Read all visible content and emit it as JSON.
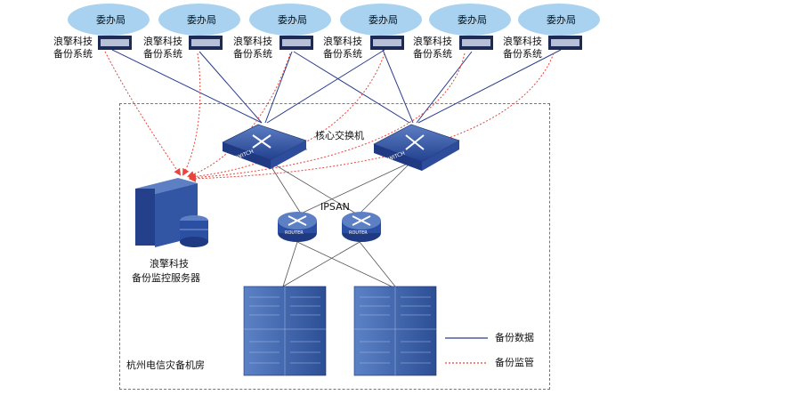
{
  "bureaus": [
    {
      "label": "委办局",
      "system_line1": "浪擎科技",
      "system_line2": "备份系统"
    },
    {
      "label": "委办局",
      "system_line1": "浪擎科技",
      "system_line2": "备份系统"
    },
    {
      "label": "委办局",
      "system_line1": "浪擎科技",
      "system_line2": "备份系统"
    },
    {
      "label": "委办局",
      "system_line1": "浪擎科技",
      "system_line2": "备份系统"
    },
    {
      "label": "委办局",
      "system_line1": "浪擎科技",
      "system_line2": "备份系统"
    },
    {
      "label": "委办局",
      "system_line1": "浪擎科技",
      "system_line2": "备份系统"
    }
  ],
  "core_switch_label": "核心交换机",
  "switch_text": "SWITCH",
  "ipsan_label": "IPSAN",
  "router_text": "ROUTER",
  "server_line1": "浪擎科技",
  "server_line2": "备份监控服务器",
  "datacenter_label": "杭州电信灾备机房",
  "legend": {
    "backup_data": "备份数据",
    "backup_monitor": "备份监管"
  },
  "colors": {
    "bureau_fill": "#a9d2f0",
    "data_line": "#2c3f8e",
    "monitor_line": "#e8453c",
    "device_blue": "#2a4fa3",
    "rack_blue": "#3560a8"
  }
}
